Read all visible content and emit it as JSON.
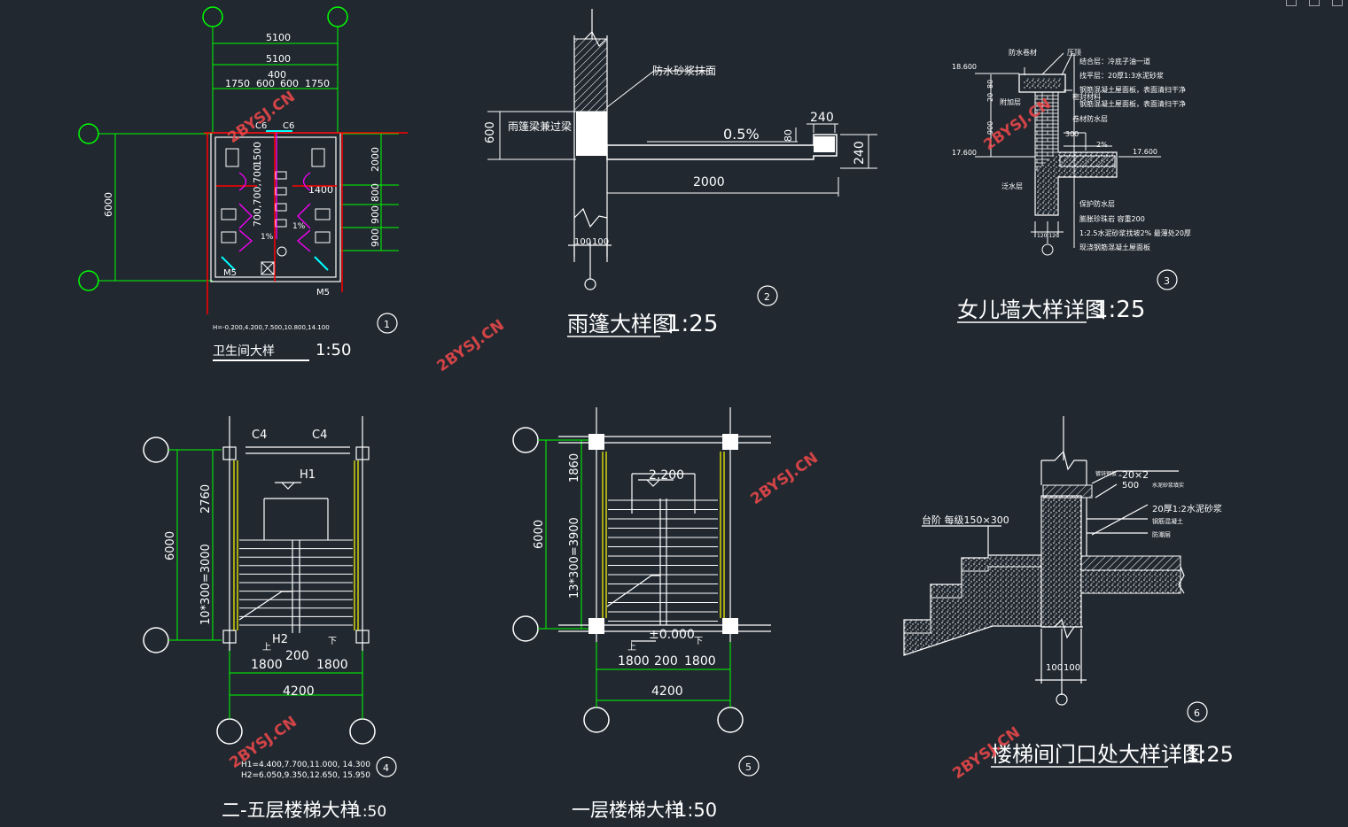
{
  "window": {
    "controls": [
      "minimize",
      "restore",
      "close"
    ]
  },
  "watermark": "2BYSJ.CN",
  "d1": {
    "title": "卫生间大样",
    "scale": "1:50",
    "num": "1",
    "note": "H=-0.200,4.200,7.500,10.800,14.100",
    "dims": {
      "d5100a": "5100",
      "d5100b": "5100",
      "d400": "400",
      "d1750a": "1750",
      "d600a": "600",
      "d600b": "600",
      "d1750b": "1750",
      "d6000": "6000",
      "d2000": "2000",
      "d800": "800",
      "d900a": "900",
      "d900b": "900",
      "d1500": "1500",
      "d1400": "1400",
      "d700": "700,700,700"
    },
    "labels": {
      "c6a": "C6",
      "c6b": "C6",
      "m5a": "M5",
      "m5b": "M5",
      "slope1": "1%",
      "slope2": "1%"
    }
  },
  "d2": {
    "title": "雨篷大样图",
    "scale": "1:25",
    "num": "2",
    "labels": {
      "waterproof": "防水砂浆抹面",
      "beam": "雨篷梁兼过梁",
      "slope": "0.5%"
    },
    "dims": {
      "d600": "600",
      "d240a": "240",
      "d240b": "240",
      "d80": "80",
      "d2000": "2000",
      "d100a": "100",
      "d100b": "100"
    }
  },
  "d3": {
    "title": "女儿墙大样详图",
    "scale": "1:25",
    "num": "3",
    "levels": {
      "top": "18.600",
      "l1": "17.600",
      "l2": "17.600"
    },
    "dims": {
      "d80": "80",
      "d20": "20",
      "d900": "900",
      "d300": "300",
      "pct": "2%",
      "d120": "120 120"
    },
    "labels": {
      "a": "防水卷材",
      "b": "压顶",
      "c": "结合层：冷底子油一道",
      "d": "找平层：20厚1:3水泥砂浆",
      "e": "钢筋混凝土屋面板，表面清扫干净",
      "f": "钢筋混凝土屋面板，表面清扫干净",
      "g": "密封材料",
      "h": "卷材防水层",
      "i": "附加层",
      "j": "泛水层",
      "k": "保护防水层",
      "l": "膨胀珍珠岩 容重200",
      "m": "1:2.5水泥砂浆找坡2% 最薄处20厚",
      "n": "现浇钢筋混凝土屋面板"
    }
  },
  "d4": {
    "title": "二-五层楼梯大样",
    "scale": "1:50",
    "num": "4",
    "notes": {
      "h1": "H1=4.400,7.700,11.000, 14.300",
      "h2": "H2=6.050,9.350,12.650, 15.950"
    },
    "labels": {
      "c4a": "C4",
      "c4b": "C4",
      "h1": "H1",
      "h2": "H2",
      "up": "上",
      "down": "下"
    },
    "dims": {
      "d6000": "6000",
      "d2760": "2760",
      "d3000": "10*300=3000",
      "d1800a": "1800",
      "d200": "200",
      "d1800b": "1800",
      "d4200": "4200"
    }
  },
  "d5": {
    "title": "一层楼梯大样",
    "scale": "1:50",
    "num": "5",
    "labels": {
      "level": "2.200",
      "zero": "±0.000",
      "up": "上",
      "down": "下"
    },
    "dims": {
      "d6000": "6000",
      "d1860": "1860",
      "d3900": "13*300=3900",
      "d1800a": "1800",
      "d200": "200",
      "d1800b": "1800",
      "d4200": "4200"
    }
  },
  "d6": {
    "title": "楼梯间门口处大样详图",
    "scale": "1:25",
    "num": "6",
    "labels": {
      "step": "台阶 每级150×300",
      "a": "-20×2",
      "b": "500",
      "c": "20厚1:2水泥砂浆",
      "a2": "镀锌钢板",
      "b2": "水泥砂浆填实",
      "d": "钢筋混凝土",
      "e": "防潮层"
    },
    "dims": {
      "d100a": "100",
      "d100b": "100"
    }
  },
  "colors": {
    "background": "#212830",
    "line": "#ffffff",
    "dim": "#00ff00",
    "wall": "#ff0000",
    "fixture": "#ff00ff",
    "cyan": "#00ffff",
    "yellow": "#ffff00",
    "watermark": "#e8484a"
  }
}
